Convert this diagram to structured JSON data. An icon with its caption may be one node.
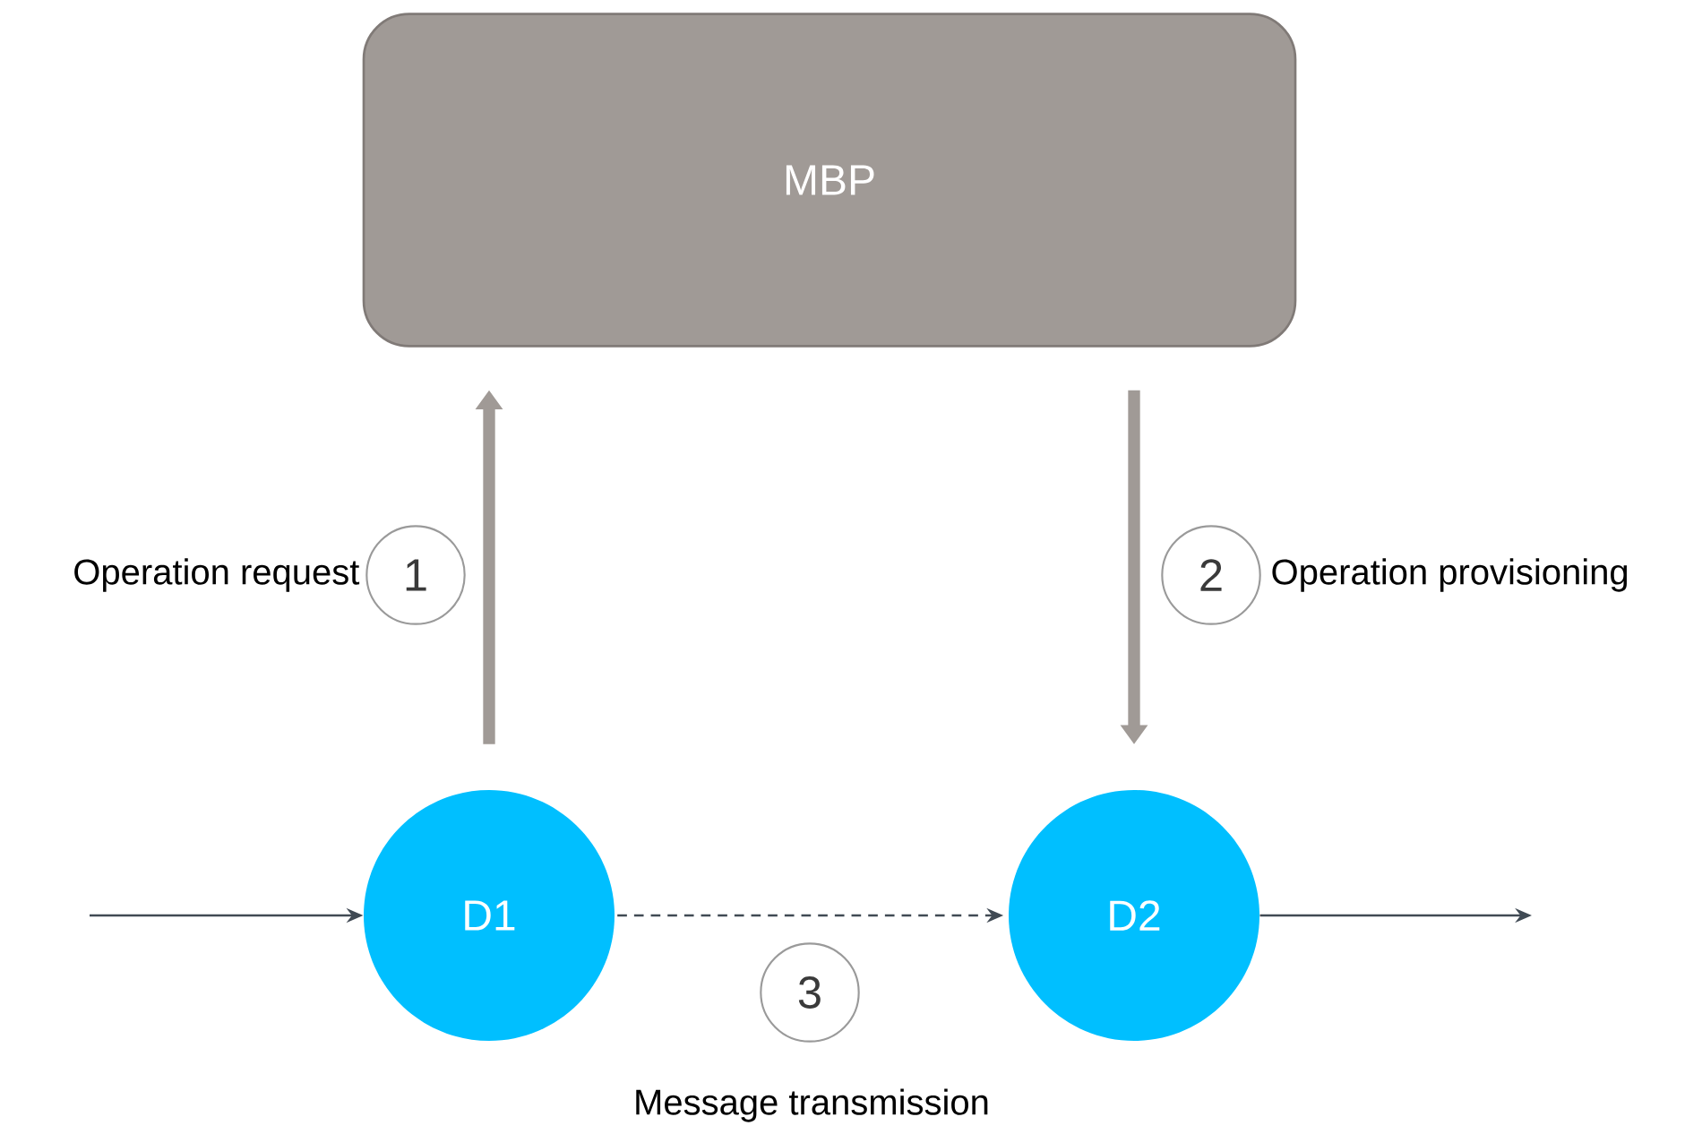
{
  "diagram": {
    "nodes": [
      {
        "text": [
          "MBP"
        ]
      },
      {
        "text": [
          "D1"
        ]
      },
      {
        "text": [
          "D2"
        ]
      },
      {
        "text": [
          "1"
        ],
        "beside": [
          "Operation request"
        ]
      },
      {
        "text": [
          "2"
        ],
        "beside": [
          "Operation provisioning"
        ]
      },
      {
        "text": [
          "3"
        ],
        "beside": [
          "Message transmission"
        ]
      }
    ],
    "edges": [
      {
        "from": 1,
        "to": 0,
        "arrow": "to",
        "style": "thick",
        "color": "#a09a96"
      },
      {
        "from": 0,
        "to": 2,
        "arrow": "to",
        "style": "thick",
        "color": "#a09a96"
      },
      {
        "from": null,
        "to": 1,
        "arrow": "to"
      },
      {
        "from": 1,
        "to": 2,
        "arrow": "to",
        "style": "dashed"
      },
      {
        "from": 2,
        "to": null,
        "arrow": "to"
      }
    ]
  }
}
